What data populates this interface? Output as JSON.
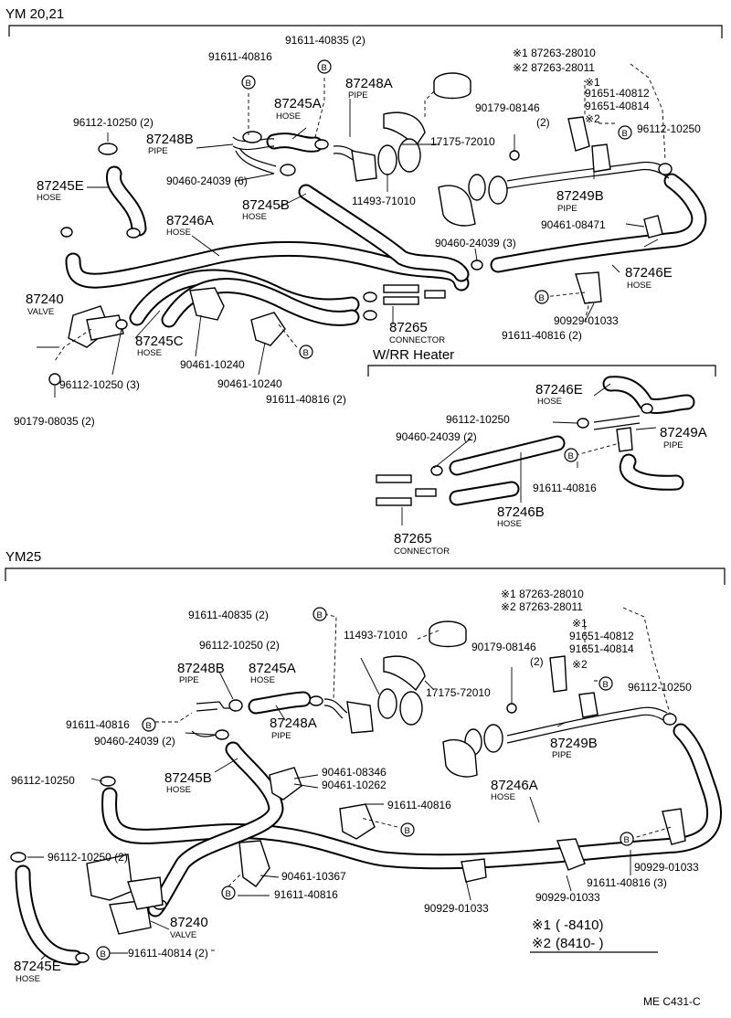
{
  "section_top": {
    "title": "YM 20,21"
  },
  "section_heater": {
    "title": "W/RR  Heater"
  },
  "section_bottom": {
    "title": "YM25"
  },
  "bolt_symbol": "B",
  "top_labels": {
    "p91611_40835_2": "91611-40835 (2)",
    "p91611_40816": "91611-40816",
    "p87248A_num": "87248A",
    "p87248A_desc": "PIPE",
    "p87245A_num": "87245A",
    "p87245A_desc": "HOSE",
    "p96112_10250_2": "96112-10250 (2)",
    "p87248B_num": "87248B",
    "p87248B_desc": "PIPE",
    "p87245E_num": "87245E",
    "p87245E_desc": "HOSE",
    "p90460_24039_6": "90460-24039 (6)",
    "p87245B_num": "87245B",
    "p87245B_desc": "HOSE",
    "p11493_71010": "11493-71010",
    "p17175_72010": "17175-72010",
    "p90179_08146": "90179-08146",
    "p90179_08146_qty": "(2)",
    "m1_87263_28010": "※1 87263-28010",
    "m2_87263_28011": "※2 87263-28011",
    "m1": "※1",
    "p91651_40812": "91651-40812",
    "p91651_40814": "91651-40814",
    "m2": "※2",
    "p96112_10250": "96112-10250",
    "p87249B_num": "87249B",
    "p87249B_desc": "PIPE",
    "p90461_08471": "90461-08471",
    "p87246A_num": "87246A",
    "p87246A_desc": "HOSE",
    "p90460_24039_3": "90460-24039 (3)",
    "p87246E_num": "87246E",
    "p87246E_desc": "HOSE",
    "p87240_num": "87240",
    "p87240_desc": "VALVE",
    "p87245C_num": "87245C",
    "p87245C_desc": "HOSE",
    "p87265_num": "87265",
    "p87265_desc": "CONNECTOR",
    "p90929_01033": "90929-01033",
    "p91611_40816_2": "91611-40816 (2)",
    "p96112_10250_3": "96112-10250 (3)",
    "p90461_10240_a": "90461-10240",
    "p90461_10240_b": "90461-10240",
    "p91611_40816_2b": "91611-40816 (2)",
    "p90179_08035_2": "90179-08035 (2)"
  },
  "heater_labels": {
    "p87246E_num": "87246E",
    "p87246E_desc": "HOSE",
    "p96112_10250": "96112-10250",
    "p87249A_num": "87249A",
    "p87249A_desc": "PIPE",
    "p90460_24039_2": "90460-24039 (2)",
    "p91611_40816": "91611-40816",
    "p87246B_num": "87246B",
    "p87246B_desc": "HOSE",
    "p87265_num": "87265",
    "p87265_desc": "CONNECTOR"
  },
  "bottom_labels": {
    "m1_87263_28010": "※1 87263-28010",
    "m2_87263_28011": "※2 87263-28011",
    "p91611_40835_2": "91611-40835 (2)",
    "p11493_71010": "11493-71010",
    "p90179_08146": "90179-08146",
    "p90179_08146_qty": "(2)",
    "m1": "※1",
    "p91651_40812": "91651-40812",
    "p91651_40814": "91651-40814",
    "m2": "※2",
    "p96112_10250_2": "96112-10250 (2)",
    "p87248B_num": "87248B",
    "p87248B_desc": "PIPE",
    "p87245A_num": "87245A",
    "p87245A_desc": "HOSE",
    "p17175_72010": "17175-72010",
    "p96112_10250": "96112-10250",
    "p91611_40816": "91611-40816",
    "p90460_24039_2": "90460-24039 (2)",
    "p87248A_num": "87248A",
    "p87248A_desc": "PIPE",
    "p87249B_num": "87249B",
    "p87249B_desc": "PIPE",
    "p96112_10250_left": "96112-10250",
    "p87245B_num": "87245B",
    "p87245B_desc": "HOSE",
    "p90461_08346": "90461-08346",
    "p90461_10262": "90461-10262",
    "p87246A_num": "87246A",
    "p87246A_desc": "HOSE",
    "p91611_40816_b": "91611-40816",
    "p96112_10250_2b": "96112-10250 (2)",
    "p90461_10367": "90461-10367",
    "p90929_01033_r": "90929-01033",
    "p87240_num": "87240",
    "p87240_desc": "VALVE",
    "p91611_40816_c": "91611-40816",
    "p90929_01033_a": "90929-01033",
    "p90929_01033_b": "90929-01033",
    "p91611_40816_3": "91611-40816 (3)",
    "p87245E_num": "87245E",
    "p87245E_desc": "HOSE",
    "p91611_40814_2": "91611-40814 (2)"
  },
  "legend": {
    "m1_symbol": "※1",
    "m1_range": "(      -8410)",
    "m2_symbol": "※2",
    "m2_range": "(8410-      )"
  },
  "footer": {
    "code": "ME  C431-C"
  }
}
